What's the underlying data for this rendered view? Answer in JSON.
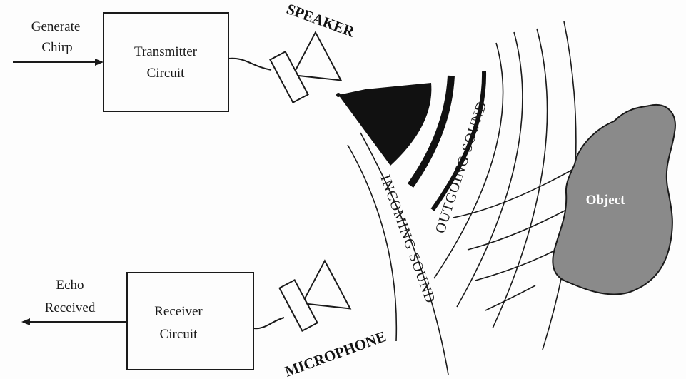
{
  "labels": {
    "generate": "Generate",
    "chirp": "Chirp",
    "transmitter_line1": "Transmitter",
    "transmitter_line2": "Circuit",
    "speaker": "SPEAKER",
    "outgoing": "OUTGOING SOUND",
    "incoming": "INCOMING SOUND",
    "object": "Object",
    "echo": "Echo",
    "received": "Received",
    "receiver_line1": "Receiver",
    "receiver_line2": "Circuit",
    "microphone": "MICROPHONE"
  },
  "colors": {
    "ink": "#1a1a1a",
    "object_fill": "#8a8a8a",
    "horn_fill": "#111111"
  }
}
